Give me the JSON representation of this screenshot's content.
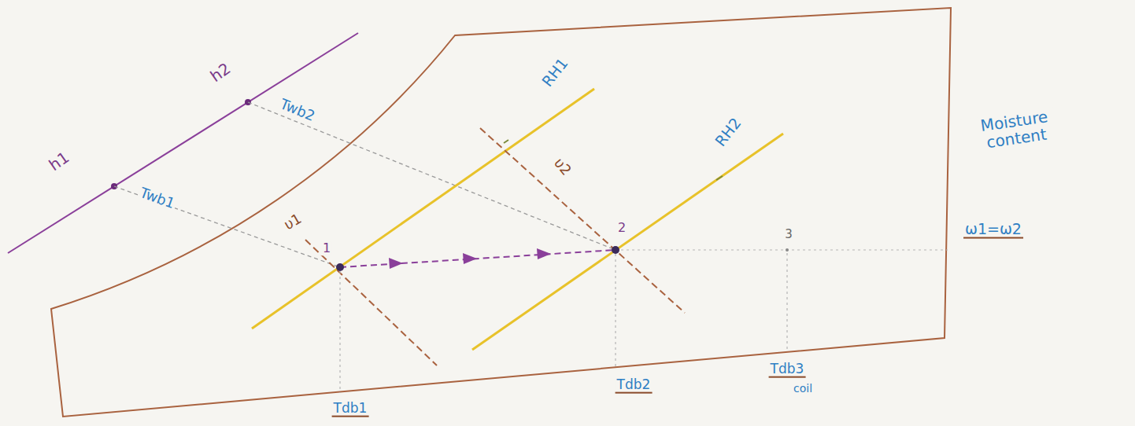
{
  "diagram": {
    "labels": [
      "h2",
      "h1",
      "Twb2",
      "Twb1",
      "RH1",
      "RH2",
      "υ1",
      "υ2",
      "1",
      "2",
      "3",
      "Moisture content",
      "ω1=ω2",
      "Tdb1",
      "Tdb2",
      "Tdb3",
      "coil"
    ]
  }
}
